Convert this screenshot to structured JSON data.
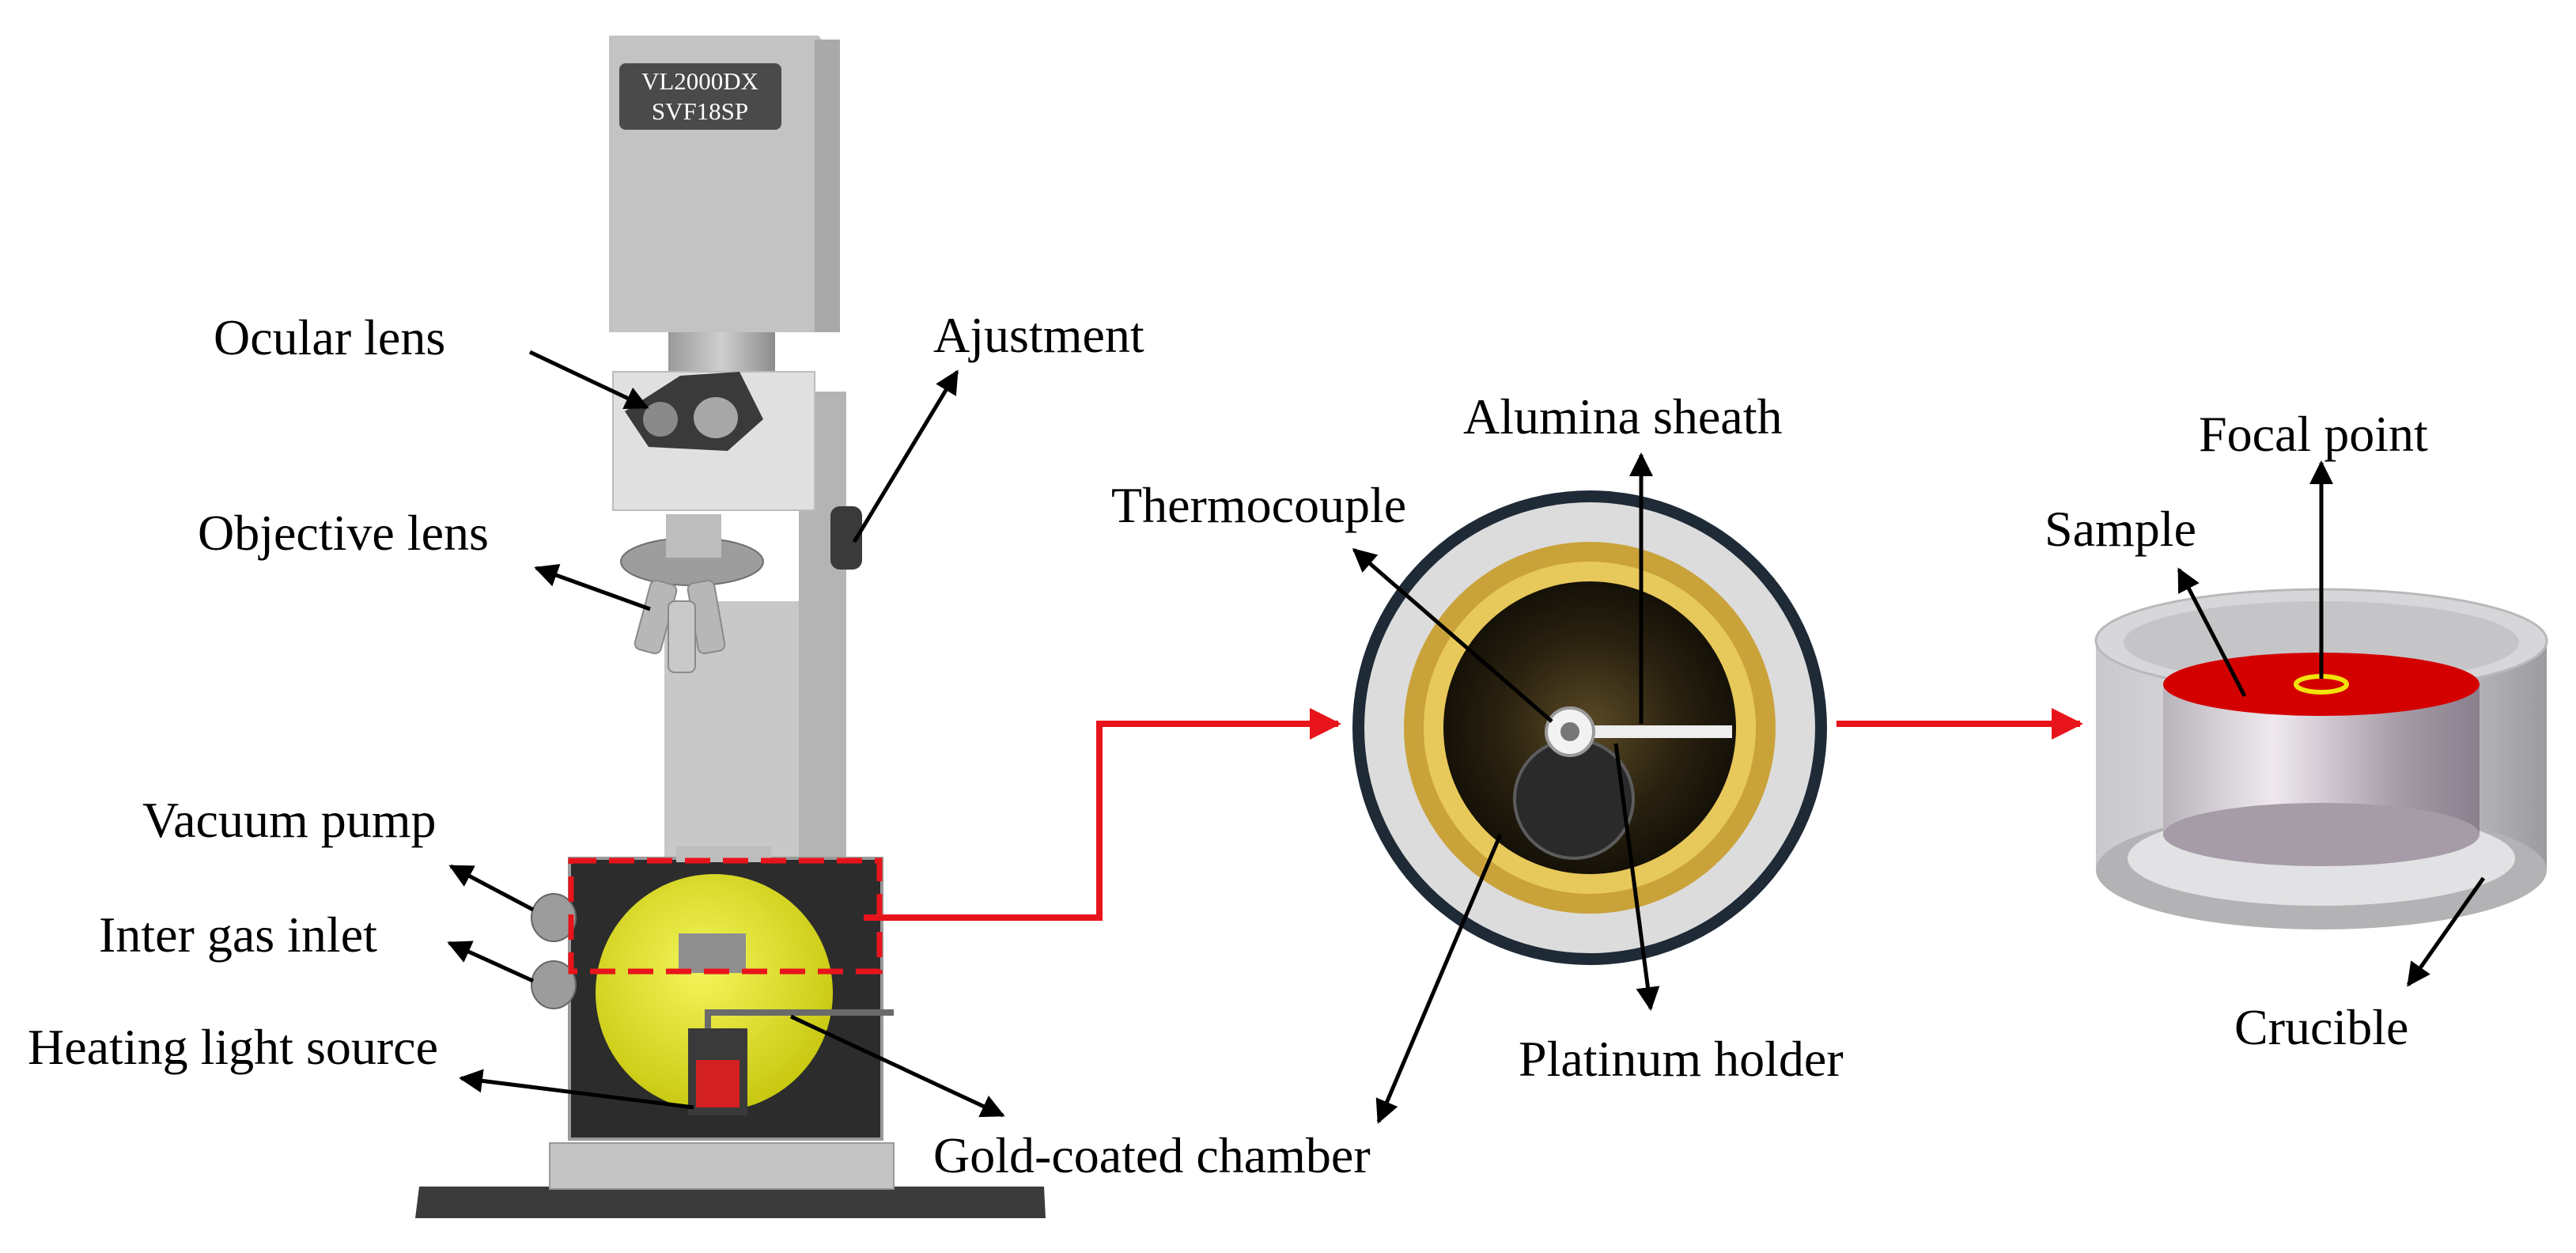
{
  "model_plate": {
    "line1": "VL2000DX",
    "line2": "SVF18SP"
  },
  "labels": {
    "ocular_lens": "Ocular lens",
    "adjustment": "Ajustment",
    "objective_lens": "Objective lens",
    "vacuum_pump": "Vacuum pump",
    "inert_gas_inlet": "Inter gas inlet",
    "heating_light_source": "Heating light source",
    "gold_coated_chamber": "Gold-coated chamber",
    "alumina_sheath": "Alumina sheath",
    "thermocouple": "Thermocouple",
    "platinum_holder": "Platinum holder",
    "focal_point": "Focal point",
    "sample": "Sample",
    "crucible": "Crucible"
  },
  "colors": {
    "flow_arrow": "#e8141b",
    "annotation_arrow": "#000000",
    "chamber_interior": "#e6e61a",
    "gold_ring": "#c9a23a",
    "sample": "#d40000",
    "focal_ring": "#f2e20c"
  }
}
